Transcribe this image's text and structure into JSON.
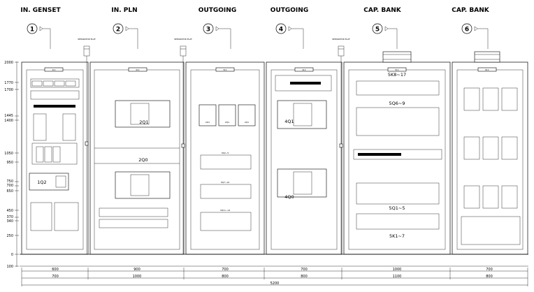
{
  "panels": [
    {
      "title": "IN. GENSET",
      "number": "1",
      "tag": "1L1",
      "width": "600",
      "outer_width": "700"
    },
    {
      "title": "IN. PLN",
      "number": "2",
      "tag": "2L1",
      "width": "900",
      "outer_width": "1000"
    },
    {
      "title": "OUTGOING",
      "number": "3",
      "tag": "3L1",
      "width": "700",
      "outer_width": "800"
    },
    {
      "title": "OUTGOING",
      "number": "4",
      "tag": "4L1",
      "width": "700",
      "outer_width": "800"
    },
    {
      "title": "CAP. BANK",
      "number": "5",
      "tag": "5L1",
      "width": "1000",
      "outer_width": "1100"
    },
    {
      "title": "CAP. BANK",
      "number": "6",
      "tag": "6L1",
      "width": "700",
      "outer_width": "800"
    }
  ],
  "total_width": "5200",
  "separator_label": "SEPARATOR PLAT",
  "vertical_dims": [
    "2000",
    "1770",
    "1700",
    "1445",
    "1400",
    "1050",
    "950",
    "750",
    "700",
    "650",
    "450",
    "370",
    "340",
    "250",
    "0",
    "100"
  ],
  "breakers": {
    "p1_main": "1Q2",
    "p2_top": "2Q1",
    "p2_busbar": "2Q0",
    "p3_row1": [
      "2Q1",
      "2Q1",
      "2Q1"
    ],
    "p3_row2": "3Q2~5",
    "p3_row3": "3Q7~10",
    "p3_row4": "3Q11~14",
    "p4_top": "4Q1",
    "p4_bottom": "4Q0",
    "p5_top": "5K8~17",
    "p5_mid": "5Q6~9",
    "p5_low": "5Q1~5",
    "p5_bottom": "5K1~7"
  }
}
